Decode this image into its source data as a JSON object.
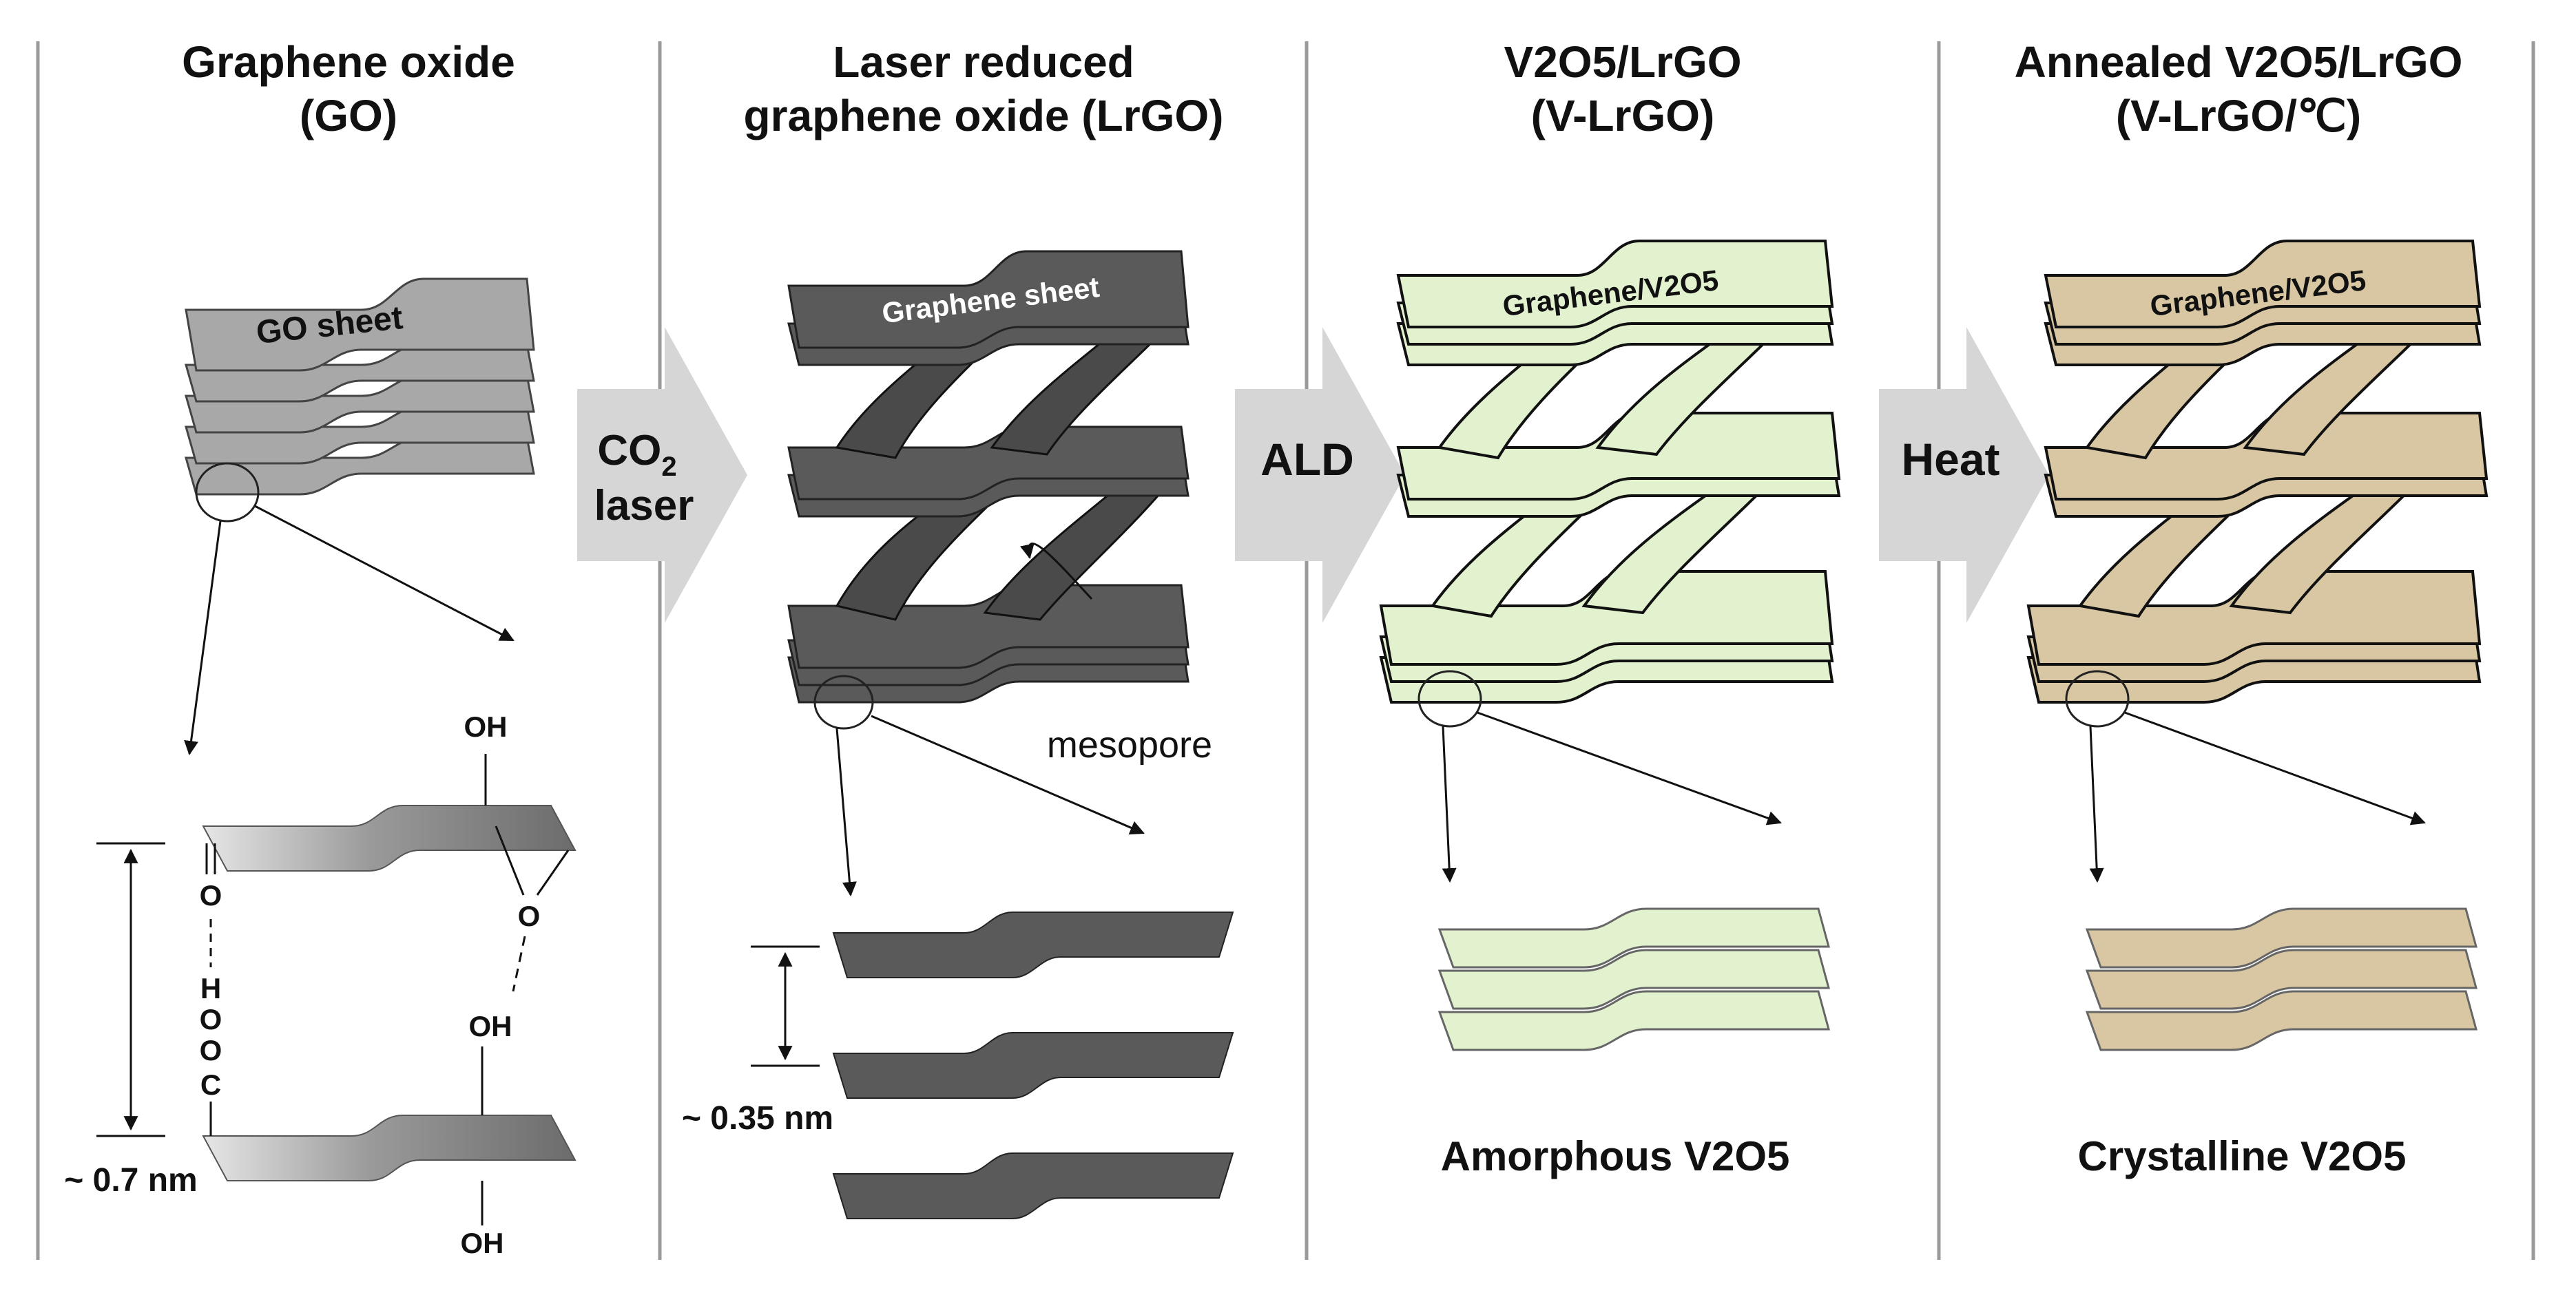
{
  "panels": [
    {
      "title_line1": "Graphene oxide",
      "title_line2": "(GO)",
      "sheet_label": "GO sheet",
      "distance_label": "~ 0.7 nm",
      "groups": {
        "oh_top": "OH",
        "epoxy_o": "O",
        "carbonyl_o": "O",
        "cooh": [
          "H",
          "O",
          "O",
          "C"
        ],
        "oh_mid": "OH",
        "oh_bottom": "OH"
      }
    },
    {
      "title_line1": "Laser reduced",
      "title_line2": "graphene oxide (LrGO)",
      "sheet_label": "Graphene sheet",
      "pore_label": "mesopore",
      "distance_label": "~ 0.35 nm"
    },
    {
      "title_line1": "V2O5/LrGO",
      "title_line2": "(V-LrGO)",
      "sheet_label": "Graphene/V2O5",
      "caption": "Amorphous V2O5"
    },
    {
      "title_line1": "Annealed V2O5/LrGO",
      "title_line2": "(V-LrGO/℃)",
      "sheet_label": "Graphene/V2O5",
      "caption": "Crystalline V2O5"
    }
  ],
  "arrows": [
    {
      "line1": "CO",
      "sub": "2",
      "line2": "laser"
    },
    {
      "line1": "ALD"
    },
    {
      "line1": "Heat"
    }
  ],
  "colors": {
    "go_sheet": "#a8a8a8",
    "lrgo_sheet": "#5a5a5a",
    "v_lrgo_sheet": "#e2f2cf",
    "annealed_sheet": "#d8c7a2",
    "arrow_fill": "#d6d6d6",
    "divider": "#9a9a9a"
  }
}
